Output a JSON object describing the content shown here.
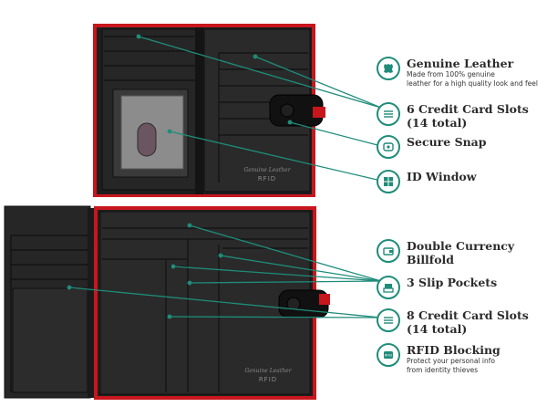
{
  "colors": {
    "accent": "#1f8c7a",
    "wallet_red": "#c8161d",
    "leather_black": "#1e1e1e"
  },
  "wallet_stamp": {
    "brand": "Genuine Leather",
    "rfid": "RFID"
  },
  "features": [
    {
      "icon": "leather-hide-icon",
      "title": "Genuine Leather",
      "desc": [
        "Made from 100% genuine",
        "leather for a high quality look and feel"
      ]
    },
    {
      "icon": "card-slots-icon",
      "title_lines": [
        "6 Credit Card Slots",
        "(14 total)"
      ]
    },
    {
      "icon": "snap-icon",
      "title": "Secure Snap"
    },
    {
      "icon": "id-window-icon",
      "title": "ID Window"
    },
    {
      "icon": "billfold-icon",
      "title_lines": [
        "Double Currency",
        "Billfold"
      ]
    },
    {
      "icon": "slip-pockets-icon",
      "title": "3 Slip Pockets"
    },
    {
      "icon": "card-slots-icon",
      "title_lines": [
        "8 Credit Card Slots",
        "(14 total)"
      ]
    },
    {
      "icon": "rfid-icon",
      "title": "RFID Blocking",
      "desc": [
        "Protect your personal info",
        "from identity thieves"
      ]
    }
  ]
}
